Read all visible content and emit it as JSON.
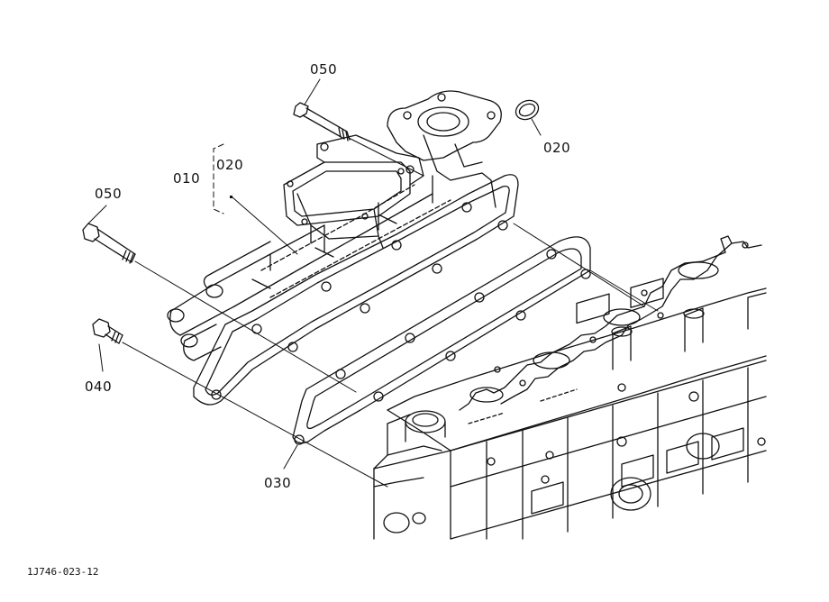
{
  "diagram": {
    "callouts": {
      "bolt_top": "050",
      "bolt_left": "050",
      "bolt_short": "040",
      "gasket_ring": "020",
      "assembly": "010",
      "assembly_sub": "020",
      "gasket": "030"
    },
    "drawing_code": "1J746-023-12",
    "colors": {
      "line": "#111111",
      "background": "#ffffff"
    }
  }
}
